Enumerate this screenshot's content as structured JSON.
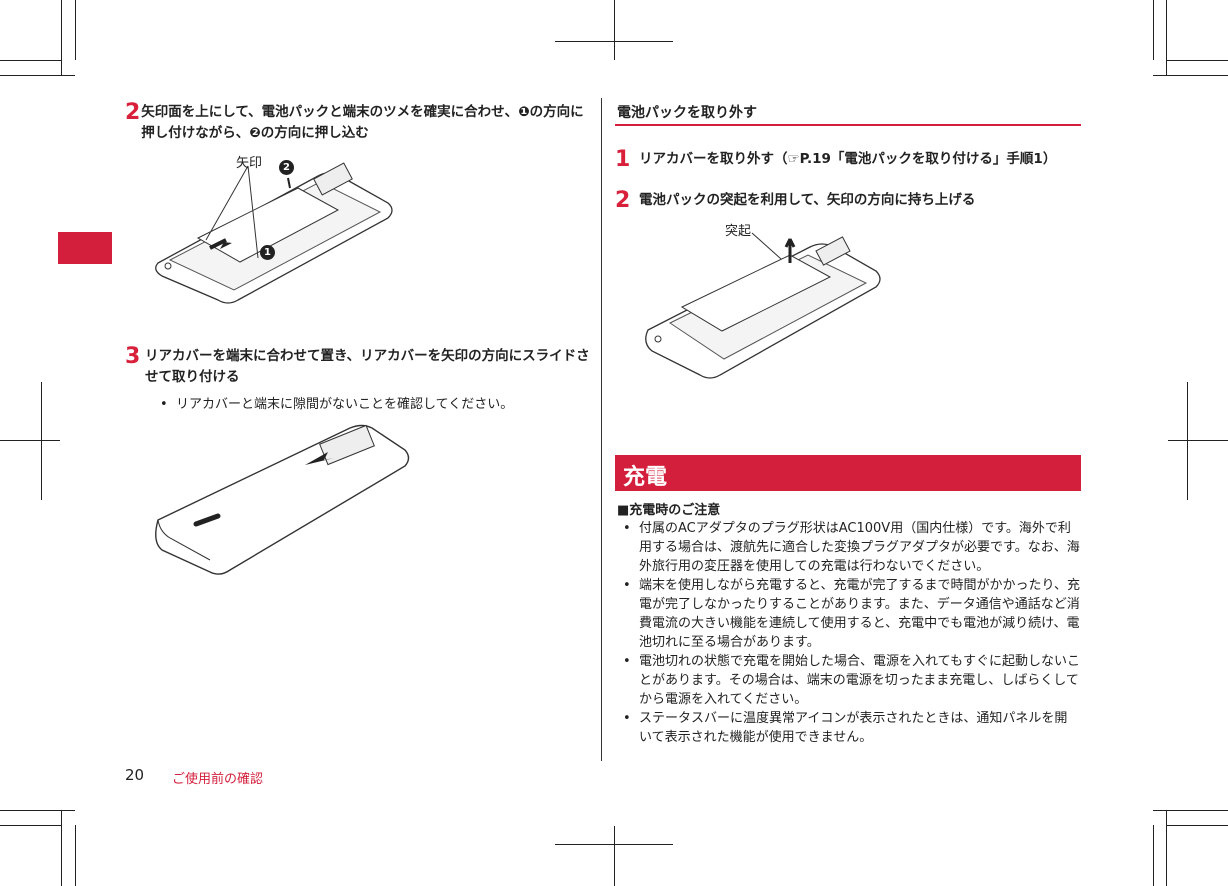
{
  "left": {
    "step2": {
      "num": "2",
      "text": "矢印面を上にして、電池パックと端末のツメを確実に合わせ、❶の方向に押し付けながら、❷の方向に押し込む"
    },
    "fig1_labels": {
      "arrow": "矢印",
      "mark1": "❶",
      "mark2": "❷"
    },
    "step3": {
      "num": "3",
      "text": "リアカバーを端末に合わせて置き、リアカバーを矢印の方向にスライドさせて取り付ける"
    },
    "step3_bullets": [
      "リアカバーと端末に隙間がないことを確認してください。"
    ]
  },
  "right": {
    "heading": "電池パックを取り外す",
    "step1": {
      "num": "1",
      "text": "リアカバーを取り外す（☞P.19「電池パックを取り付ける」手順1）"
    },
    "step2": {
      "num": "2",
      "text": "電池パックの突起を利用して、矢印の方向に持ち上げる"
    },
    "fig_label": "突起",
    "section_title": "充電",
    "subheading": "■充電時のご注意",
    "bullets": [
      "付属のACアダプタのプラグ形状はAC100V用（国内仕様）です。海外で利用する場合は、渡航先に適合した変換プラグアダプタが必要です。なお、海外旅行用の変圧器を使用しての充電は行わないでください。",
      "端末を使用しながら充電すると、充電が完了するまで時間がかかったり、充電が完了しなかったりすることがあります。また、データ通信や通話など消費電流の大きい機能を連続して使用すると、充電中でも電池が減り続け、電池切れに至る場合があります。",
      "電池切れの状態で充電を開始した場合、電源を入れてもすぐに起動しないことがあります。その場合は、端末の電源を切ったまま充電し、しばらくしてから電源を入れてください。",
      "ステータスバーに温度異常アイコンが表示されたときは、通知パネルを開いて表示された機能が使用できません。"
    ]
  },
  "footer": {
    "page_number": "20",
    "section": "ご使用前の確認"
  },
  "colors": {
    "accent": "#d31f3c"
  }
}
